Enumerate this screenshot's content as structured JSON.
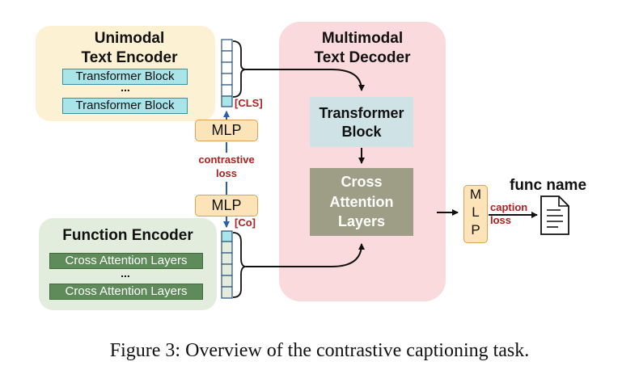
{
  "unimodal": {
    "title_line1": "Unimodal",
    "title_line2": "Text Encoder",
    "block1": "Transformer Block",
    "dots": "...",
    "block2": "Transformer Block"
  },
  "function_encoder": {
    "title": "Function Encoder",
    "block1": "Cross Attention Layers",
    "dots": "...",
    "block2": "Cross Attention Layers"
  },
  "decoder": {
    "title_line1": "Multimodal",
    "title_line2": "Text Decoder",
    "transformer_line1": "Transformer",
    "transformer_line2": "Block",
    "cross_line1": "Cross",
    "cross_line2": "Attention",
    "cross_line3": "Layers"
  },
  "tokens": {
    "cls": "[CLS]",
    "co": "[Co]"
  },
  "mlp": {
    "top": "MLP",
    "bottom": "MLP",
    "right_m": "M",
    "right_l": "L",
    "right_p": "P"
  },
  "losses": {
    "contrastive_line1": "contrastive",
    "contrastive_line2": "loss",
    "caption_line1": "caption",
    "caption_line2": "loss"
  },
  "output": {
    "label": "func name"
  },
  "figure_caption": "Figure 3: Overview of the contrastive captioning task.",
  "colors": {
    "unimodal_bg": "#fdf1d4",
    "function_bg": "#e3eddd",
    "decoder_bg": "#fadadd",
    "transformer_block": "#cfe3e6",
    "cross_attention": "#9e9e86",
    "loss_text": "#b01e1e",
    "arrow_blue": "#2a5ea8"
  }
}
